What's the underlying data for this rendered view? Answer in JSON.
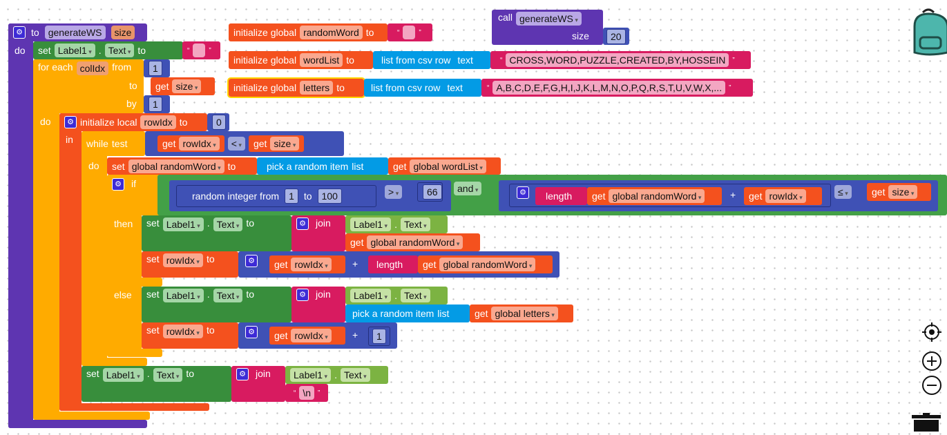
{
  "kw": {
    "to": "to",
    "do": "do",
    "set": "set",
    "get": "get",
    "dot": ".",
    "in": "in",
    "then": "then",
    "else": "else",
    "if": "if",
    "while": "while",
    "test": "test",
    "join": "join",
    "length": "length",
    "plus": "+",
    "from": "from",
    "by": "by",
    "for_each": "for each",
    "init_global": "initialize global",
    "init_local": "initialize local",
    "pick": "pick a random item",
    "list": "list",
    "csv": "list from csv row",
    "text": "text",
    "call": "call",
    "open_q": "“",
    "close_q": "”",
    "random_int": "random integer from",
    "and": "and"
  },
  "procedure": {
    "name": "generateWS",
    "param": "size"
  },
  "component": {
    "name": "Label1",
    "prop": "Text"
  },
  "foreach": {
    "var": "colIdx",
    "from": "1",
    "to_var": "size",
    "by": "1"
  },
  "local": {
    "var": "rowIdx",
    "init": "0"
  },
  "while": {
    "left": "rowIdx",
    "op": "<",
    "right": "size"
  },
  "set_global": {
    "var": "global randomWord",
    "list": "global wordList"
  },
  "cond": {
    "rand_from": "1",
    "rand_to": "100",
    "op1": ">",
    "cmp1": "66",
    "op2": "≤",
    "len_var": "global randomWord",
    "add_var": "rowIdx",
    "right": "size"
  },
  "then": {
    "join_var": "global randomWord",
    "set_var": "rowIdx",
    "get_var": "rowIdx",
    "len_var": "global randomWord"
  },
  "else": {
    "list_var": "global letters",
    "set_var": "rowIdx",
    "get_var": "rowIdx",
    "inc": "1"
  },
  "final": {
    "newline": "\\n"
  },
  "globals": [
    {
      "name": "randomWord",
      "value": ""
    },
    {
      "name": "wordList",
      "value": "CROSS,WORD,PUZZLE,CREATED,BY,HOSSEIN"
    },
    {
      "name": "letters",
      "value": "A,B,C,D,E,F,G,H,I,J,K,L,M,N,O,P,Q,R,S,T,U,V,W,X,..."
    }
  ],
  "call": {
    "name": "generateWS",
    "arg_label": "size",
    "arg": "20"
  }
}
